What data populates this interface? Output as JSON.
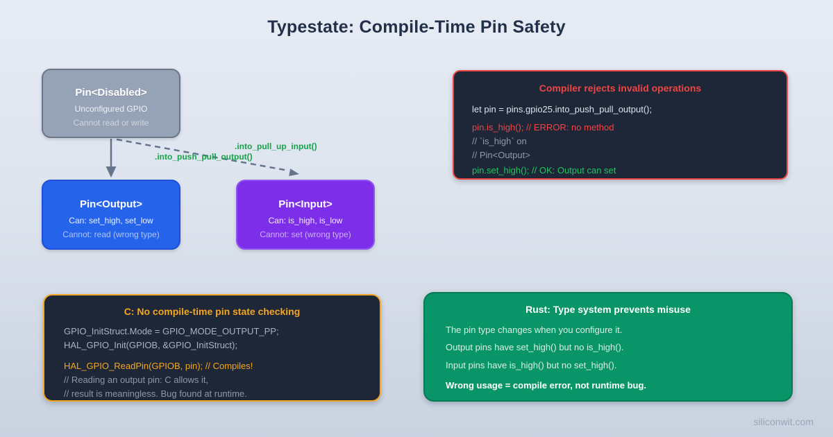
{
  "title": "Typestate: Compile-Time Pin Safety",
  "watermark": "siliconwit.com",
  "diagram": {
    "disabled": {
      "title": "Pin<Disabled>",
      "line1": "Unconfigured GPIO",
      "line2": "Cannot read or write"
    },
    "output": {
      "title": "Pin<Output>",
      "line1": "Can: set_high, set_low",
      "line2": "Cannot: read (wrong type)"
    },
    "input": {
      "title": "Pin<Input>",
      "line1": "Can: is_high, is_low",
      "line2": "Cannot: set (wrong type)"
    },
    "edge_to_output_label": ".into_push_pull_output()",
    "edge_to_input_label": ".into_pull_up_input()"
  },
  "compiler_box": {
    "title": "Compiler rejects invalid operations",
    "lines": [
      {
        "text": "let pin = pins.gpio25.into_push_pull_output();",
        "tone": "code"
      },
      {
        "text": "pin.is_high(); // ERROR: no method",
        "tone": "error"
      },
      {
        "text": "// `is_high` on",
        "tone": "comment"
      },
      {
        "text": "// Pin<Output>",
        "tone": "comment"
      },
      {
        "text": "pin.set_high(); // OK: Output can set",
        "tone": "ok"
      }
    ]
  },
  "c_box": {
    "title": "C: No compile-time pin state checking",
    "lines": [
      {
        "text": "GPIO_InitStruct.Mode = GPIO_MODE_OUTPUT_PP;",
        "tone": "code"
      },
      {
        "text": "HAL_GPIO_Init(GPIOB, &GPIO_InitStruct);",
        "tone": "code"
      },
      {
        "text": "HAL_GPIO_ReadPin(GPIOB, pin); // Compiles!",
        "tone": "warning"
      },
      {
        "text": "// Reading an output pin: C allows it,",
        "tone": "comment"
      },
      {
        "text": "// result is meaningless. Bug found at runtime.",
        "tone": "comment"
      }
    ]
  },
  "rust_box": {
    "title": "Rust: Type system prevents misuse",
    "lines": [
      {
        "text": "The pin type changes when you configure it.",
        "tone": "body"
      },
      {
        "text": "Output pins have set_high() but no is_high().",
        "tone": "body"
      },
      {
        "text": "Input pins have is_high() but no set_high().",
        "tone": "body"
      },
      {
        "text": "Wrong usage = compile error, not runtime bug.",
        "tone": "emphasis"
      }
    ]
  },
  "colors": {
    "background_top": "#e7ecf4",
    "background_bottom": "#c9d2e0",
    "title_text": "#22304a",
    "disabled_fill": "#96a2b6",
    "disabled_border": "#6b7789",
    "output_fill": "#2563eb",
    "input_fill": "#7c2ee9",
    "edge_label_green": "#16a34a",
    "arrow_gray": "#64748b",
    "panel_dark_fill": "#1d2737",
    "error_red": "#ef4444",
    "ok_green": "#22c55e",
    "c_orange": "#f5a623",
    "rust_green_fill": "#0a9568",
    "rust_green_border": "#067a52"
  }
}
